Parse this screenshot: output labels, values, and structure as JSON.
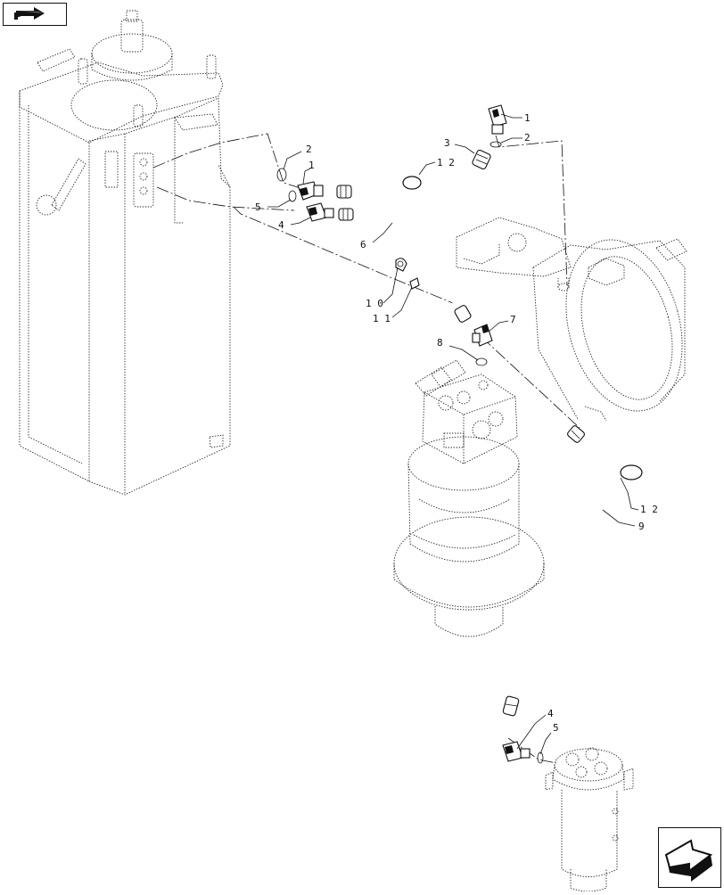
{
  "navigation": {
    "previous_icon": "arrow-left-icon",
    "next_icon": "arrow-right-icon"
  },
  "callouts": [
    {
      "id": "c1a",
      "text": "1"
    },
    {
      "id": "c2a",
      "text": "2"
    },
    {
      "id": "c3",
      "text": "3"
    },
    {
      "id": "c12a",
      "text": "1 2"
    },
    {
      "id": "c2b",
      "text": "2"
    },
    {
      "id": "c1b",
      "text": "1"
    },
    {
      "id": "c5a",
      "text": "5"
    },
    {
      "id": "c4a",
      "text": "4"
    },
    {
      "id": "c6",
      "text": "6"
    },
    {
      "id": "c10",
      "text": "1 0"
    },
    {
      "id": "c11",
      "text": "1 1"
    },
    {
      "id": "c7",
      "text": "7"
    },
    {
      "id": "c8",
      "text": "8"
    },
    {
      "id": "c12b",
      "text": "1 2"
    },
    {
      "id": "c9",
      "text": "9"
    },
    {
      "id": "c4b",
      "text": "4"
    },
    {
      "id": "c5b",
      "text": "5"
    }
  ]
}
